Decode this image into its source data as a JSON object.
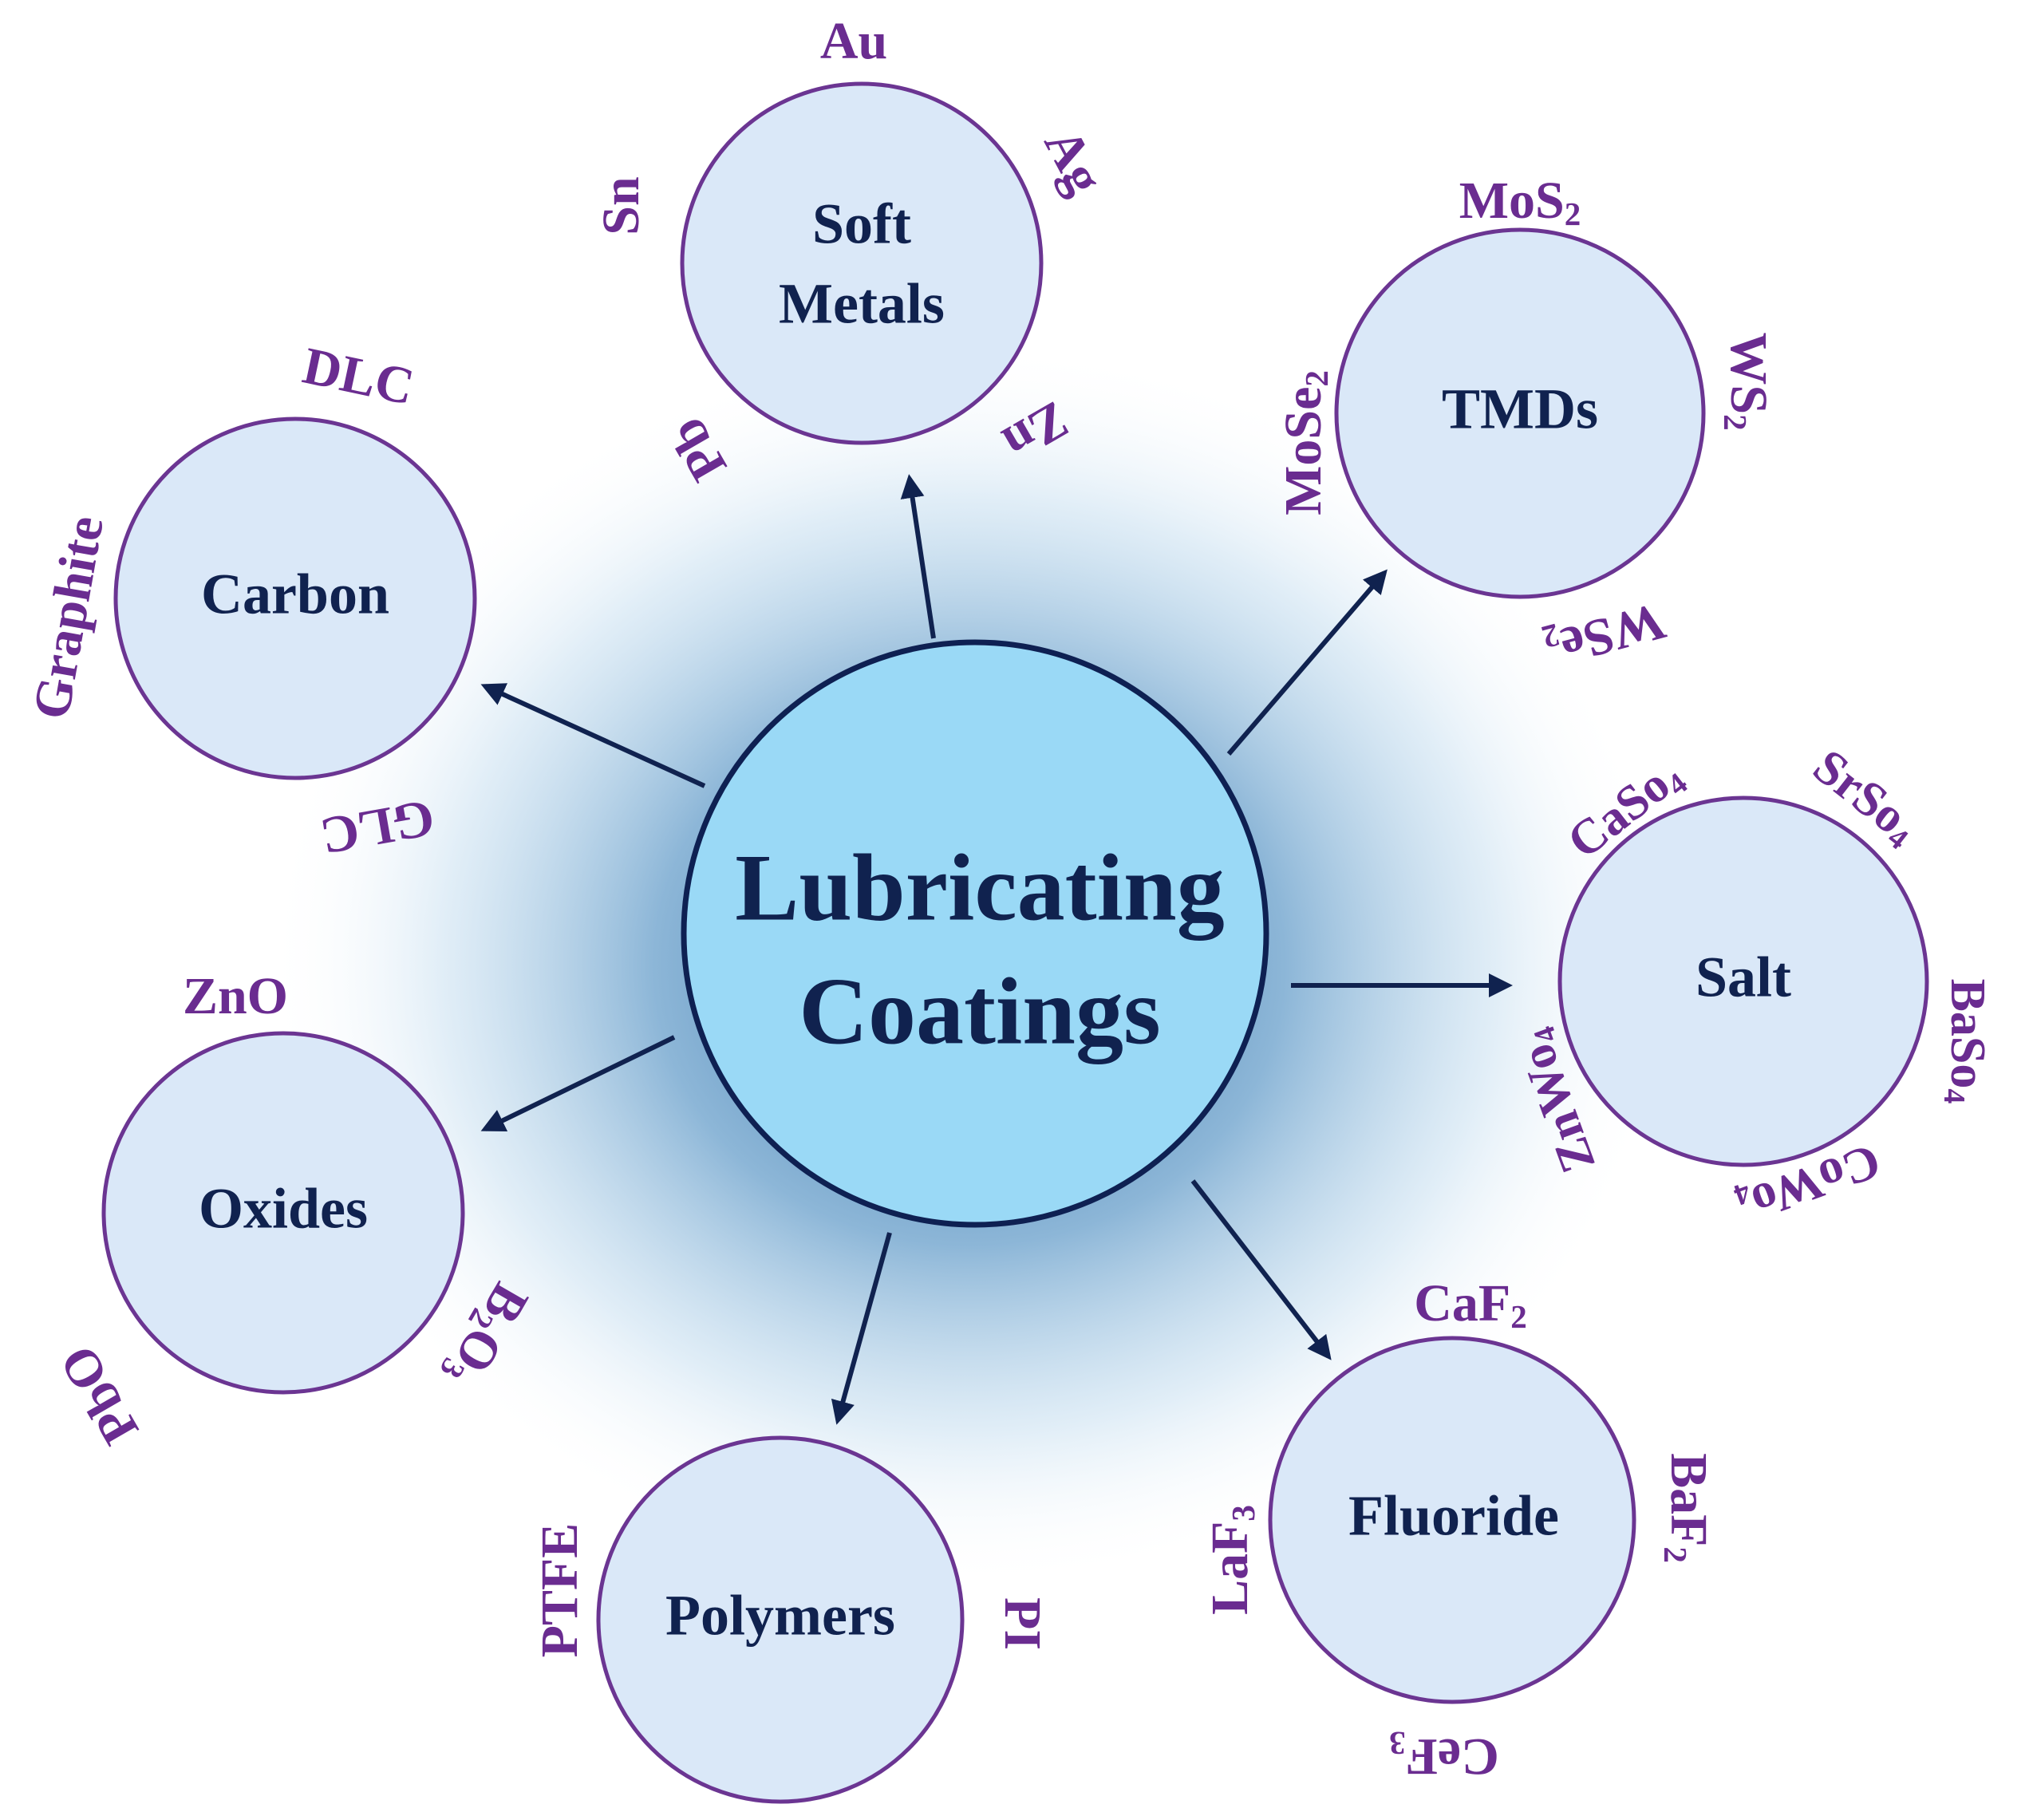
{
  "center": {
    "line1": "Lubricating",
    "line2": "Coatings"
  },
  "colors": {
    "node_stroke": "#6b3592",
    "node_fill": "#dae8f8",
    "center_fill": "#9ad9f6",
    "label": "#10224f",
    "material": "#6a2c90"
  },
  "nodes": {
    "soft_metals": {
      "line1": "Soft",
      "line2": "Metals",
      "materials": [
        "Au",
        "Ag",
        "Sn",
        "Pb",
        "Zn"
      ]
    },
    "tmds": {
      "label": "TMDs",
      "materials": [
        "MoS2",
        "WS2",
        "MoSe2",
        "WSe2"
      ]
    },
    "carbon": {
      "label": "Carbon",
      "materials": [
        "DLC",
        "Graphite",
        "GLC"
      ]
    },
    "salt": {
      "label": "Salt",
      "materials": [
        "CaSo4",
        "SrSo4",
        "BaSo4",
        "CoWo4",
        "ZnWo4"
      ]
    },
    "oxides": {
      "label": "Oxides",
      "materials": [
        "ZnO",
        "B2O3",
        "PbO"
      ]
    },
    "polymers": {
      "label": "Polymers",
      "materials": [
        "PTFE",
        "PI"
      ]
    },
    "fluoride": {
      "label": "Fluoride",
      "materials": [
        "CaF2",
        "BaF2",
        "LaF3",
        "CeF3"
      ]
    }
  }
}
